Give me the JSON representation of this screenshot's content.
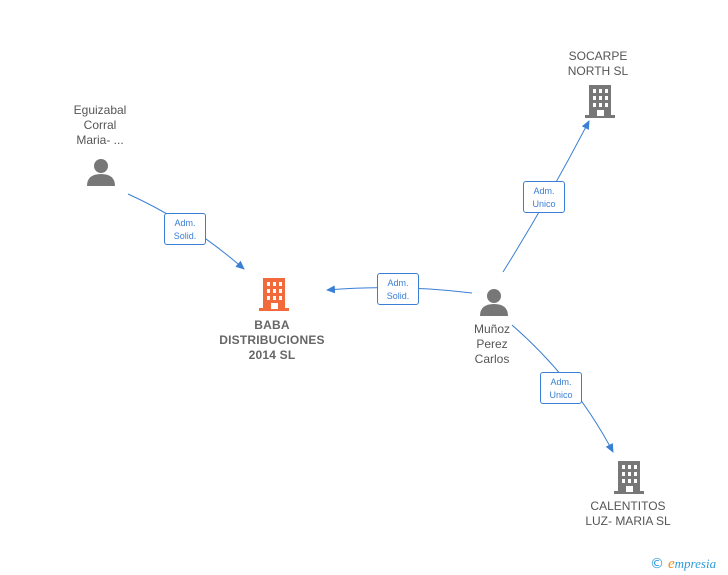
{
  "nodes": {
    "baba": {
      "lines": [
        "BABA",
        "DISTRIBUCIONES",
        "2014  SL"
      ],
      "kind": "company",
      "highlight_color": "#f26a3c"
    },
    "socarpe": {
      "lines": [
        "SOCARPE",
        "NORTH  SL"
      ],
      "kind": "company"
    },
    "calentitos": {
      "lines": [
        "CALENTITOS",
        "LUZ- MARIA  SL"
      ],
      "kind": "company"
    },
    "eguizabal": {
      "lines": [
        "Eguizabal",
        "Corral",
        "Maria- ..."
      ],
      "kind": "person"
    },
    "munoz": {
      "lines": [
        "Muñoz",
        "Perez",
        "Carlos"
      ],
      "kind": "person"
    }
  },
  "edges": [
    {
      "from": "eguizabal",
      "to": "baba",
      "label": [
        "Adm.",
        "Solid."
      ]
    },
    {
      "from": "munoz",
      "to": "baba",
      "label": [
        "Adm.",
        "Solid."
      ]
    },
    {
      "from": "munoz",
      "to": "socarpe",
      "label": [
        "Adm.",
        "Unico"
      ]
    },
    {
      "from": "munoz",
      "to": "calentitos",
      "label": [
        "Adm.",
        "Unico"
      ]
    }
  ],
  "colors": {
    "edge": "#3a7fd5",
    "icon_gray": "#777777",
    "icon_highlight": "#f26a3c"
  },
  "footer": {
    "copyright": "©",
    "brand_first": "e",
    "brand_rest": "mpresia"
  }
}
